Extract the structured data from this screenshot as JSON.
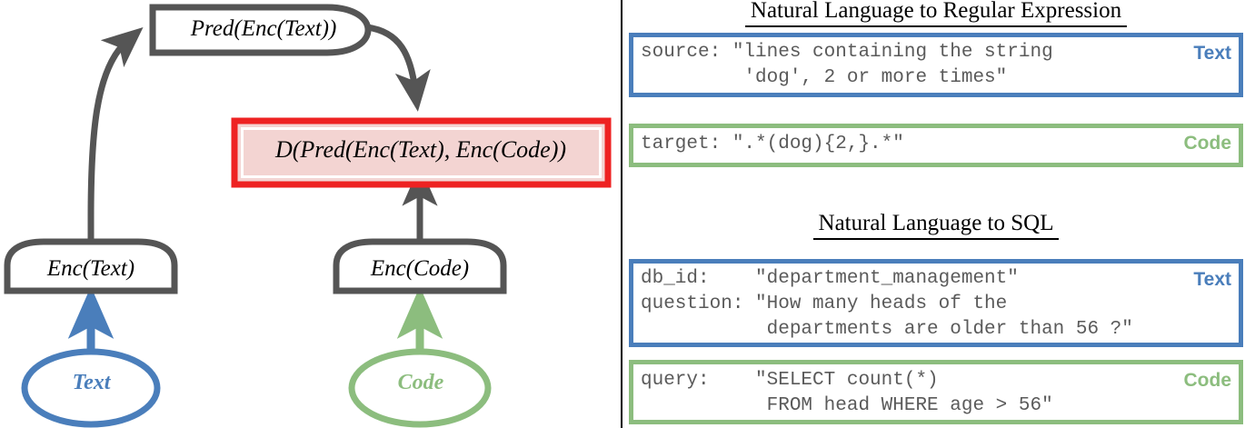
{
  "diagram": {
    "colors": {
      "node_stroke": "#555555",
      "text_blue": "#4a7ebb",
      "code_green": "#8cbd7e",
      "highlight_red": "#ee2222",
      "highlight_fill": "#f3d4d2",
      "mono_gray": "#5a5a5a"
    },
    "nodes": {
      "pred": "Pred(Enc(Text))",
      "distance": "D(Pred(Enc(Text), Enc(Code))",
      "enc_text": "Enc(Text)",
      "enc_code": "Enc(Code)",
      "text_input": "Text",
      "code_input": "Code"
    }
  },
  "examples": [
    {
      "title": "Natural Language to Regular Expression",
      "source": {
        "tag": "Text",
        "lines": [
          "source: \"lines containing the string",
          "         'dog', 2 or more times\""
        ]
      },
      "target": {
        "tag": "Code",
        "lines": [
          "target: \".*(dog){2,}.*\""
        ]
      }
    },
    {
      "title": "Natural Language to SQL",
      "source": {
        "tag": "Text",
        "lines": [
          "db_id:    \"department_management\"",
          "question: \"How many heads of the",
          "           departments are older than 56 ?\""
        ]
      },
      "target": {
        "tag": "Code",
        "lines": [
          "query:    \"SELECT count(*)",
          "           FROM head WHERE age > 56\""
        ]
      }
    }
  ]
}
